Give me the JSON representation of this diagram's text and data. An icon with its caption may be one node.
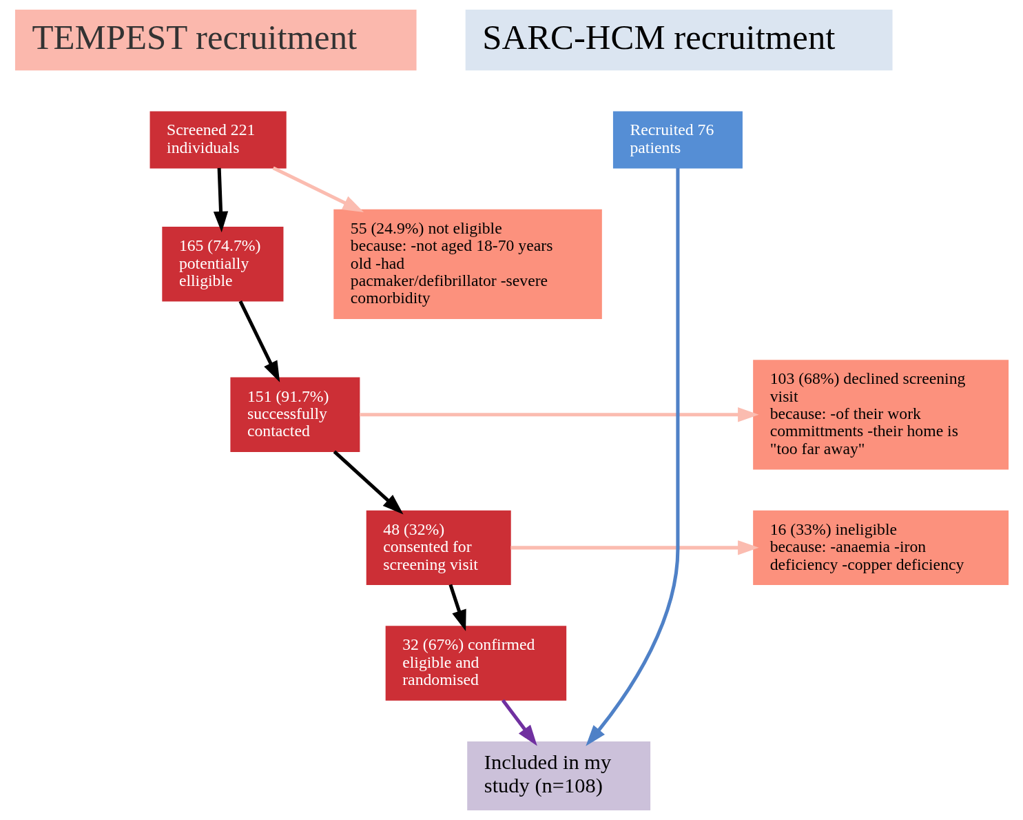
{
  "diagram": {
    "nodes": [
      {
        "text": [
          "TEMPEST recruitment"
        ]
      },
      {
        "text": [
          "SARC-HCM recruitment"
        ]
      },
      {
        "text": [
          "Screened 221 individuals"
        ]
      },
      {
        "text": [
          "165 (74.7%) potentially elligible"
        ]
      },
      {
        "text": [
          "55 (24.9%) not eligible",
          "because: -not aged 18-70 years old -had pacmaker/defibrillator -severe comorbidity"
        ]
      },
      {
        "text": [
          "151 (91.7%) successfully contacted"
        ]
      },
      {
        "text": [
          "103 (68%) declined screening visit",
          "because: -of their work committments -their home is \"too far away\""
        ]
      },
      {
        "text": [
          "48 (32%) consented for screening visit"
        ]
      },
      {
        "text": [
          "16 (33%) ineligible",
          "because: -anaemia -iron deficiency -copper deficiency"
        ]
      },
      {
        "text": [
          "32 (67%) confirmed eligible and randomised"
        ]
      },
      {
        "text": [
          "Recruited 76 patients"
        ]
      },
      {
        "text": [
          "Included in my study (n=108)"
        ]
      }
    ],
    "edges": [
      {
        "from": 2,
        "to": 3,
        "arrow": "to"
      },
      {
        "from": 2,
        "to": 4,
        "arrow": "to",
        "color": "#fbbcb0"
      },
      {
        "from": 3,
        "to": 5,
        "arrow": "to"
      },
      {
        "from": 5,
        "to": 6,
        "arrow": "to",
        "color": "#fbbcb0"
      },
      {
        "from": 5,
        "to": 7,
        "arrow": "to"
      },
      {
        "from": 7,
        "to": 8,
        "arrow": "to",
        "color": "#fbbcb0"
      },
      {
        "from": 7,
        "to": 9,
        "arrow": "to"
      },
      {
        "from": 9,
        "to": 11,
        "arrow": "to",
        "color": "#7030a0"
      },
      {
        "from": 10,
        "to": 11,
        "arrow": "to",
        "color": "#4f81c7"
      }
    ]
  }
}
